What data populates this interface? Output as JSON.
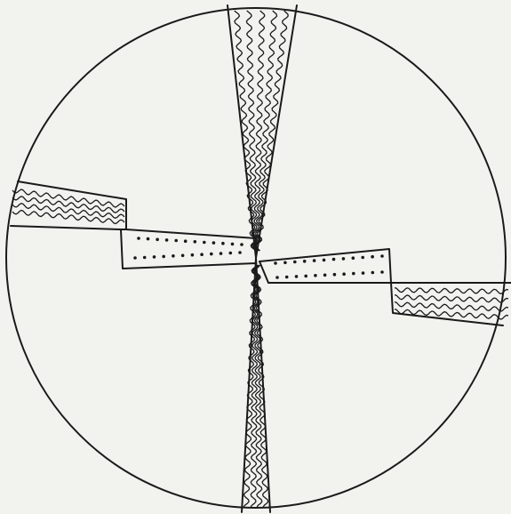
{
  "figure": {
    "description_text": "",
    "stroke_color": "#1a1a1a",
    "background_color": "#f2f2ef",
    "elements": [
      {
        "name": "circular-field-outline"
      },
      {
        "name": "vertical-band-wavy"
      },
      {
        "name": "left-stepped-block"
      },
      {
        "name": "right-stepped-block"
      },
      {
        "name": "left-wavy-band"
      },
      {
        "name": "right-wavy-band"
      },
      {
        "name": "left-dotted-band"
      },
      {
        "name": "right-dotted-band"
      }
    ]
  }
}
